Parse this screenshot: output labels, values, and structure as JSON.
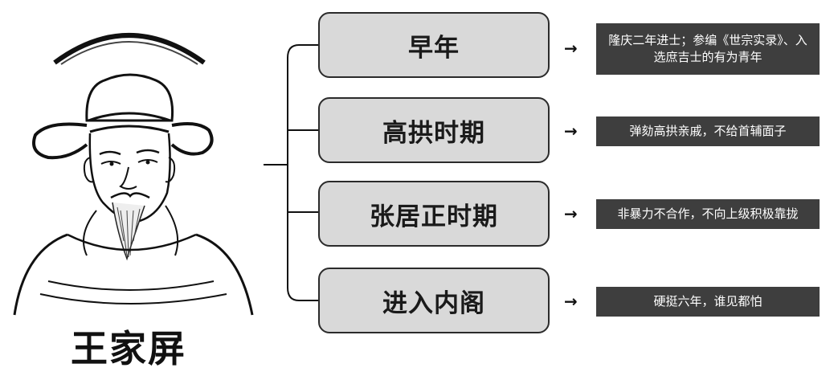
{
  "person": {
    "name": "王家屏"
  },
  "stages": [
    {
      "label": "早年",
      "description": "隆庆二年进士；参编《世宗实录》、入选庶吉士的有为青年"
    },
    {
      "label": "高拱时期",
      "description": "弹劾高拱亲戚，不给首辅面子"
    },
    {
      "label": "张居正时期",
      "description": "非暴力不合作，不向上级积极靠拢"
    },
    {
      "label": "进入内阁",
      "description": "硬挺六年，谁见都怕"
    }
  ],
  "colors": {
    "stage_box_fill": "#d9d9d9",
    "description_fill": "#3e3e3e",
    "description_text": "#ffffff"
  },
  "icons": {
    "arrow": "right-arrow-icon",
    "portrait": "scholar-official-portrait"
  }
}
